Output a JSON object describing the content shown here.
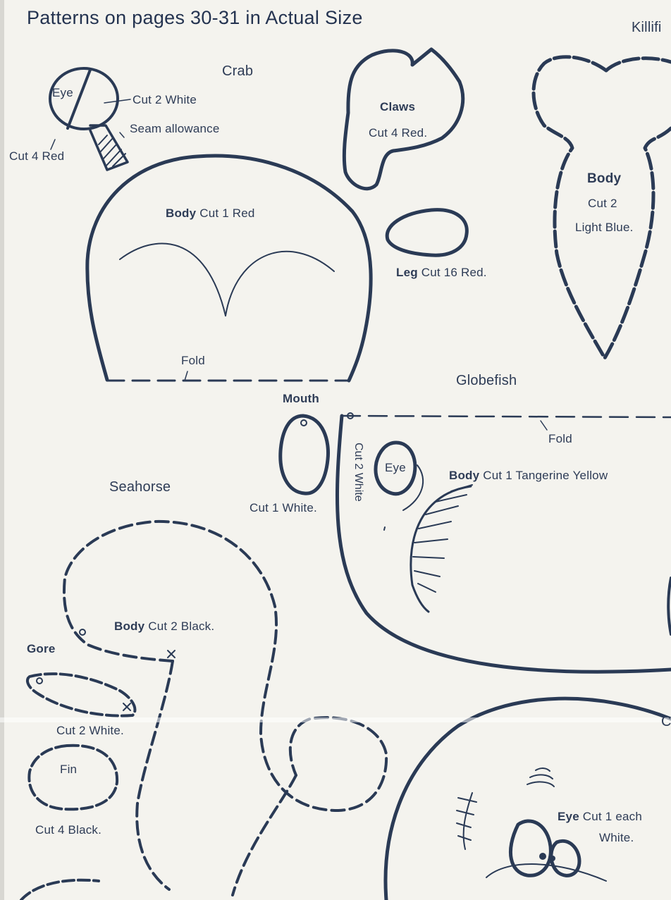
{
  "page_title": "Patterns on pages 30-31 in Actual Size",
  "sections": {
    "killifish": "Killifi",
    "crab": "Crab",
    "globefish": "Globefish",
    "seahorse": "Seahorse",
    "partial_right": "C"
  },
  "crab": {
    "eye_label": "Eye",
    "eye_cut": "Cut 2 White",
    "seam_allowance": "Seam allowance",
    "eye_stalk_cut": "Cut 4 Red",
    "claws_label": "Claws",
    "claws_cut": "Cut 4 Red.",
    "body_label": "Body",
    "body_cut": "Cut 1 Red",
    "leg_label": "Leg",
    "leg_cut": "Cut 16 Red.",
    "fold": "Fold"
  },
  "killifish": {
    "body_label": "Body",
    "body_cut_line1": "Cut 2",
    "body_cut_line2": "Light Blue."
  },
  "globefish": {
    "mouth_label": "Mouth",
    "mouth_cut": "Cut 1 White.",
    "eye_label": "Eye",
    "eye_cut": "Cut 2 White",
    "fold": "Fold",
    "body_label": "Body",
    "body_cut": "Cut 1 Tangerine Yellow"
  },
  "seahorse": {
    "body_label": "Body",
    "body_cut": "Cut 2 Black.",
    "gore_label": "Gore",
    "gore_cut": "Cut 2 White.",
    "fin_label": "Fin",
    "fin_cut": "Cut 4 Black."
  },
  "bottom_right": {
    "eye_label": "Eye",
    "eye_cut_line1": "Cut 1 each",
    "eye_cut_line2": "White."
  },
  "colors": {
    "ink": "#2a3a55",
    "paper": "#f4f3ee"
  }
}
